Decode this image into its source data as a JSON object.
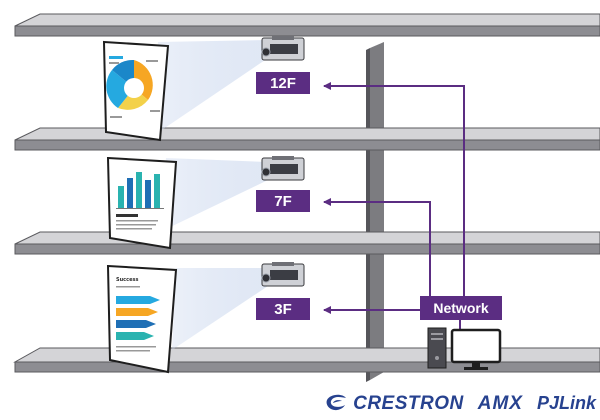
{
  "diagram": {
    "floors": [
      {
        "label": "12F"
      },
      {
        "label": "7F"
      },
      {
        "label": "3F"
      }
    ],
    "network_label": "Network",
    "screens": [
      {
        "heading": "",
        "caption": ""
      },
      {
        "heading": "",
        "caption": ""
      },
      {
        "heading": "Success",
        "caption": ""
      }
    ]
  },
  "logos": {
    "crestron": "CRESTRON",
    "amx": "AMX",
    "pjlink": "PJLink"
  },
  "colors": {
    "shelf": "#d6d6d8",
    "shelf_edge": "#5a5a5e",
    "accent_purple": "#5b2d82",
    "brand_blue": "#27428f"
  }
}
